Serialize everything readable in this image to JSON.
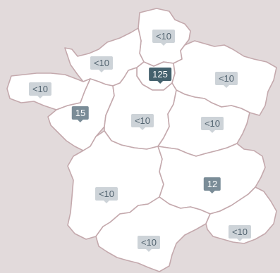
{
  "colors": {
    "background": "#e2dadb",
    "region_fill": "#ffffff",
    "region_border": "#c4a9ad",
    "marker_low": "#cdd3d8",
    "marker_mid": "#7a8c97",
    "marker_high": "#44616d"
  },
  "regions": [
    {
      "id": "hauts-de-france",
      "value": "<10"
    },
    {
      "id": "normandie",
      "value": "<10"
    },
    {
      "id": "ile-de-france",
      "value": "125"
    },
    {
      "id": "grand-est",
      "value": "<10"
    },
    {
      "id": "bretagne",
      "value": "<10"
    },
    {
      "id": "pays-de-la-loire",
      "value": "15"
    },
    {
      "id": "centre-val-de-loire",
      "value": "<10"
    },
    {
      "id": "bourgogne-franche-comte",
      "value": "<10"
    },
    {
      "id": "nouvelle-aquitaine",
      "value": "<10"
    },
    {
      "id": "auvergne-rhone-alpes",
      "value": "12"
    },
    {
      "id": "occitanie",
      "value": "<10"
    },
    {
      "id": "provence-alpes-cote-dazur",
      "value": "<10"
    }
  ]
}
